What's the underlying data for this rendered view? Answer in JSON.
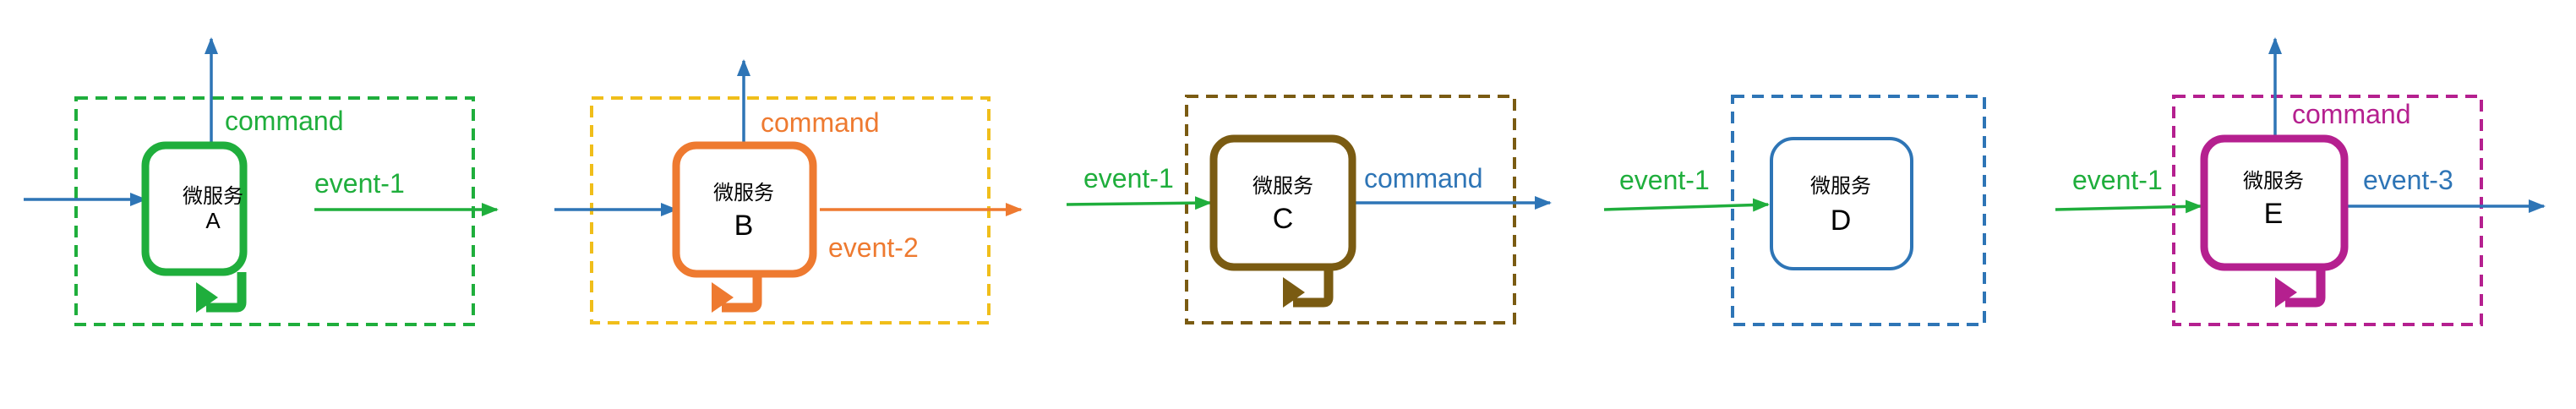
{
  "colors": {
    "green": "#1fae3c",
    "orange": "#ee7a30",
    "yellow": "#f0be1a",
    "blue": "#2e75b6",
    "brown": "#7a5b12",
    "magenta": "#b5208f"
  },
  "services": {
    "a": {
      "title": "微服务",
      "letter": "A",
      "out_event": "event-1",
      "command": "command"
    },
    "b": {
      "title": "微服务",
      "letter": "B",
      "command": "command",
      "out_event": "event-2"
    },
    "c": {
      "title": "微服务",
      "letter": "C",
      "in_event": "event-1",
      "command": "command"
    },
    "d": {
      "title": "微服务",
      "letter": "D",
      "in_event": "event-1"
    },
    "e": {
      "title": "微服务",
      "letter": "E",
      "in_event": "event-1",
      "command": "command",
      "out_event": "event-3"
    }
  },
  "icons": {
    "self_loop": "self-loop-arrow-icon"
  }
}
